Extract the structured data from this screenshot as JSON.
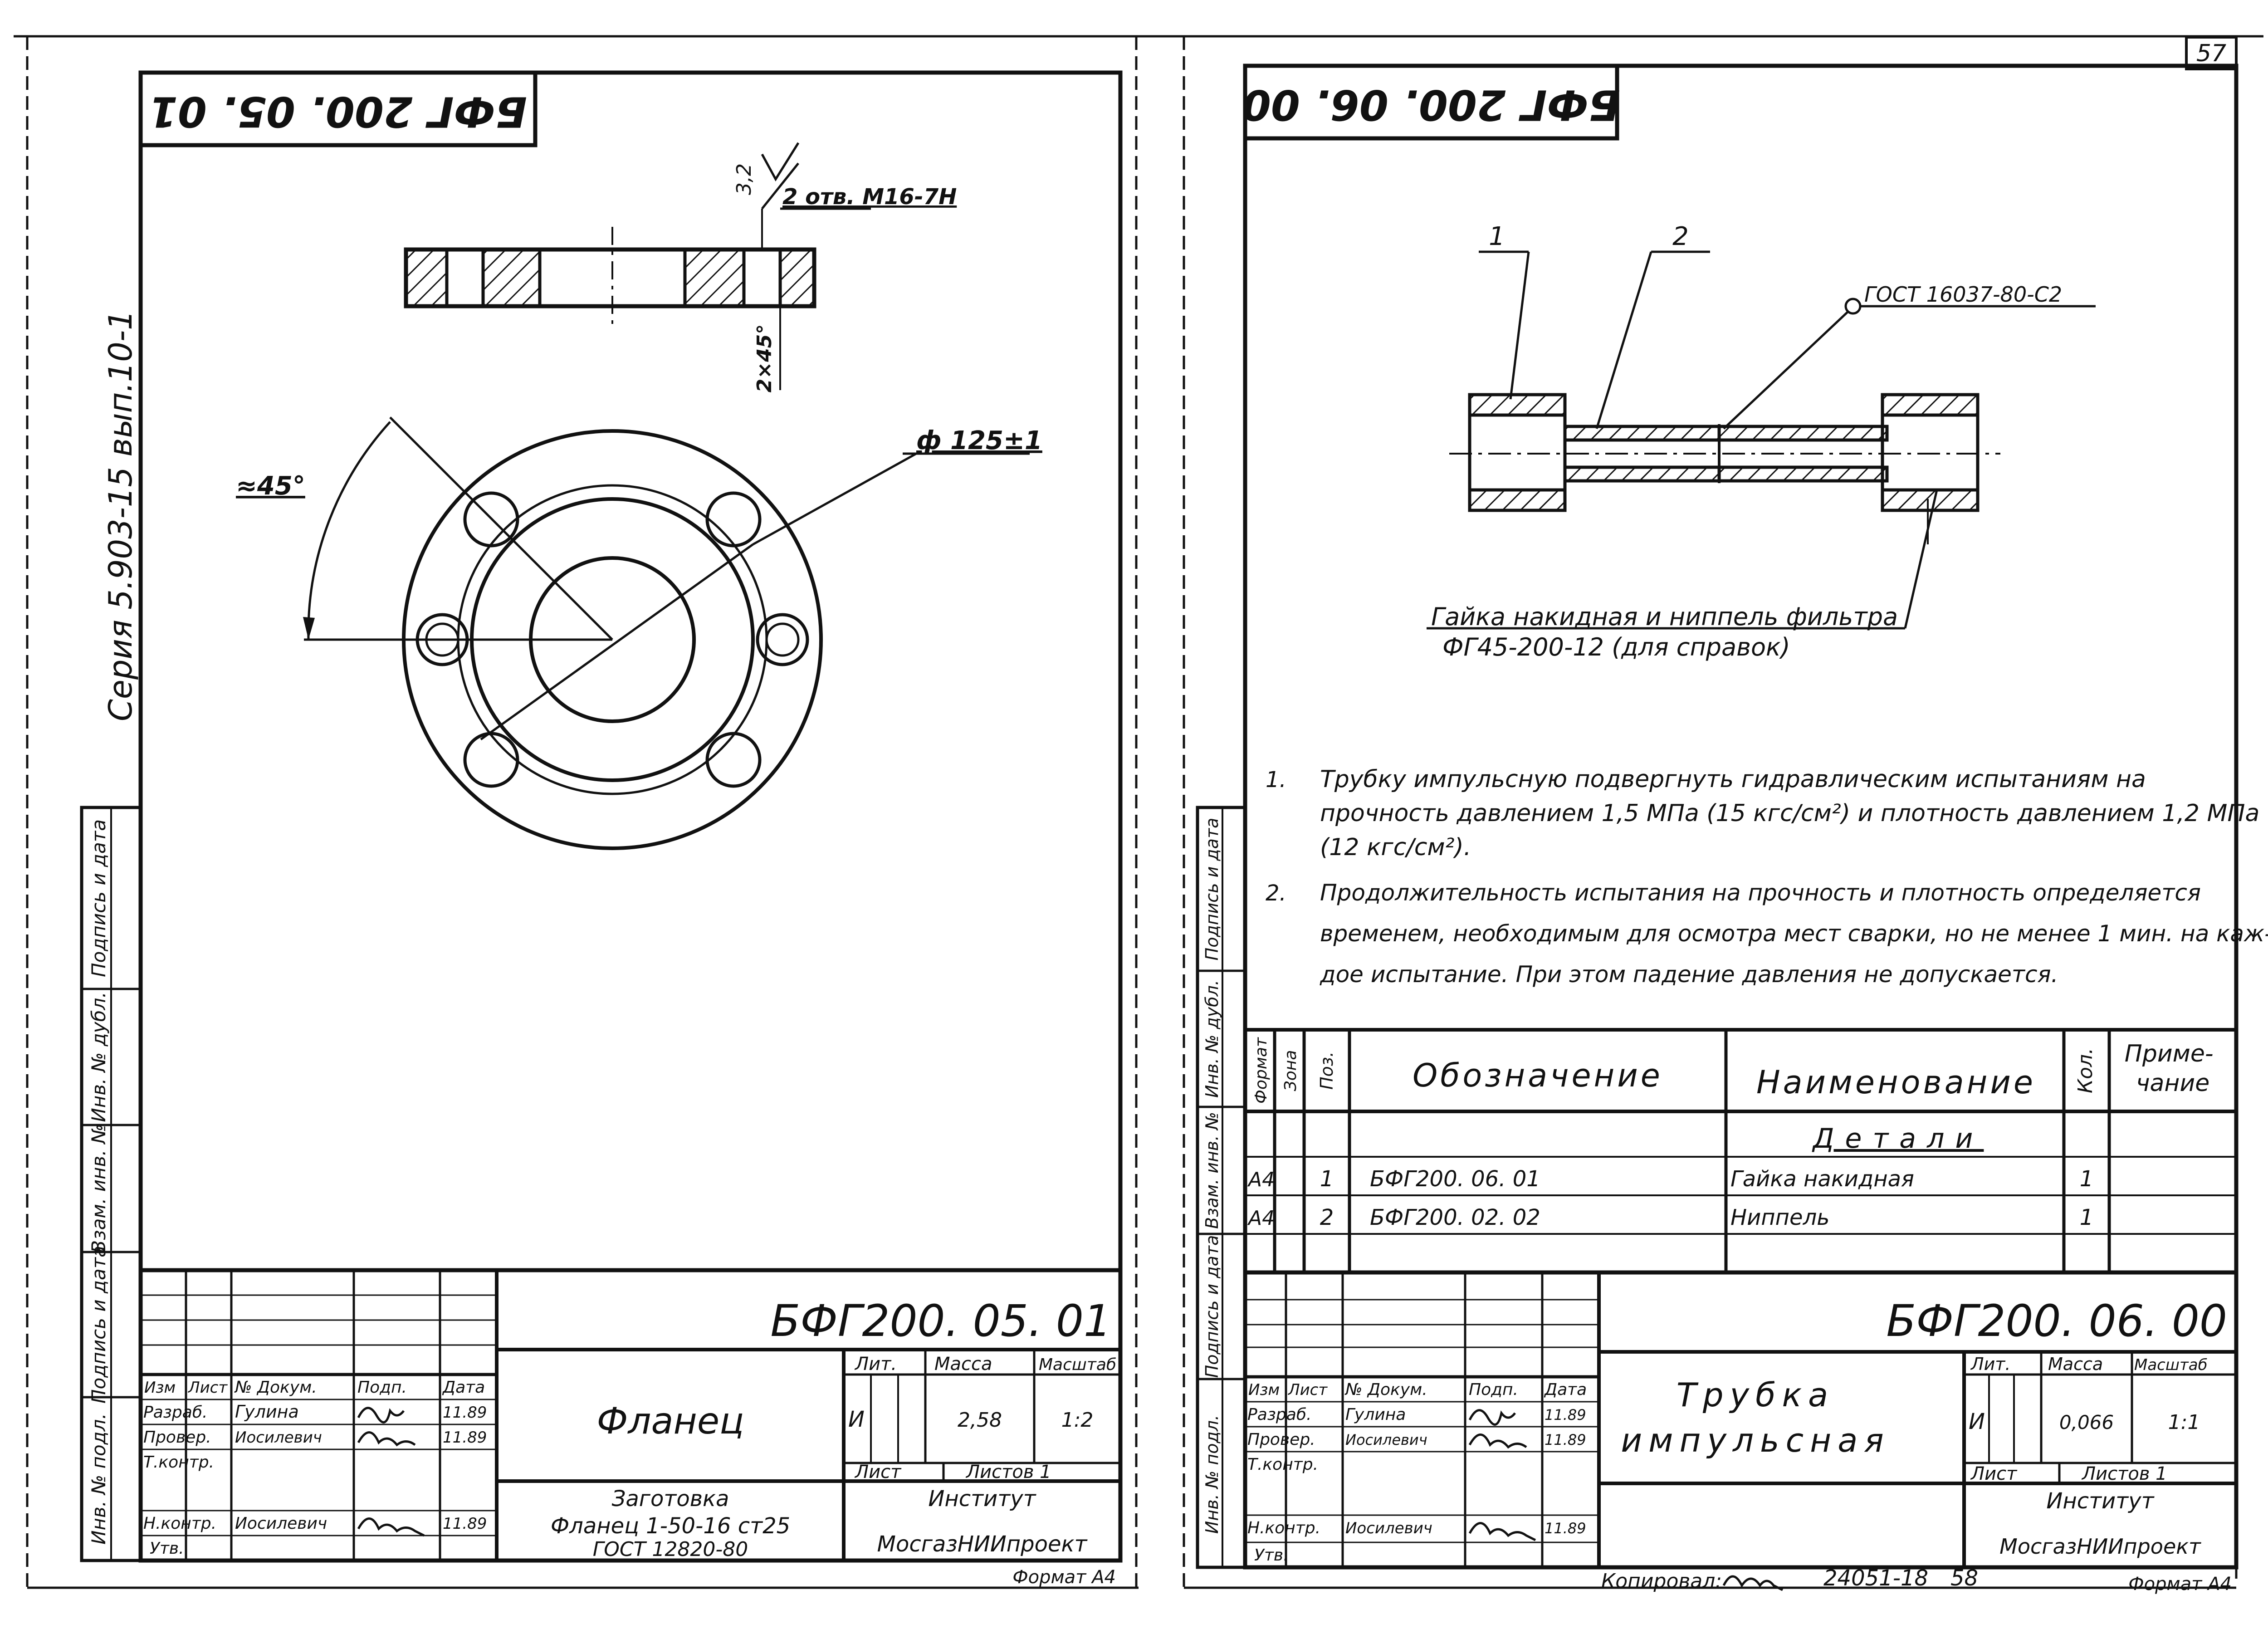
{
  "page_number": "57",
  "left_sheet": {
    "mirrored_code": "БФГ 200. 05. 01",
    "series_label": "Серия 5.903-15 вып.10-1",
    "annotations": {
      "threads": "2 отв. М16-7Н",
      "roughness": "3,2",
      "chamfer": "2×45°",
      "diameter": "ф 125±1",
      "angle": "≈45°"
    },
    "side_stamp": [
      "Инв. № подл.",
      "Подпись и дата",
      "Взам. инв. №",
      "Инв. № дубл.",
      "Подпись и дата"
    ],
    "title_block": {
      "designation": "БФГ200. 05. 01",
      "name": "Фланец",
      "blank_title": "Заготовка",
      "blank_line1": "Фланец 1-50-16 ст25",
      "blank_line2": "ГОСТ 12820-80",
      "col_headers": [
        "Изм",
        "Лист",
        "№ Докум.",
        "Подп.",
        "Дата"
      ],
      "rows": [
        {
          "role": "Разраб.",
          "name": "Гулина",
          "date": "11.89"
        },
        {
          "role": "Провер.",
          "name": "Иосилевич",
          "date": "11.89"
        },
        {
          "role": "Т.контр.",
          "name": "",
          "date": ""
        },
        {
          "role": "Н.контр.",
          "name": "Иосилевич",
          "date": "11.89"
        },
        {
          "role": "Утв.",
          "name": "",
          "date": ""
        }
      ],
      "lit_label": "Лит.",
      "mass_label": "Масса",
      "scale_label": "Масштаб",
      "lit_value": "И",
      "mass_value": "2,58",
      "scale_value": "1:2",
      "sheet_label": "Лист",
      "sheets_label": "Листов 1",
      "org_line1": "Институт",
      "org_line2": "МосгазНИИпроект",
      "format": "Формат А4"
    }
  },
  "right_sheet": {
    "mirrored_code": "БФГ 200. 06. 00",
    "callouts": [
      "1",
      "2"
    ],
    "weld_note": "ГОСТ 16037-80-С2",
    "caption_line1": "Гайка накидная и ниппель фильтра",
    "caption_line2": "ФГ45-200-12 (для справок)",
    "notes": [
      {
        "num": "1.",
        "text": "Трубку импульсную подвергнуть гидравлическим испытаниям на прочность давлением 1,5 МПа (15 кгс/см²) и плотность давлением 1,2 МПа (12 кгс/см²)."
      },
      {
        "num": "2.",
        "text": "Продолжительность испытания на прочность и плотность определяется временем, необходимым для осмотра мест сварки, но не менее 1 мин. на каждое испытание. При этом падение давления не допускается."
      }
    ],
    "spec": {
      "headers": {
        "format": "Формат",
        "zone": "Зона",
        "pos": "Поз.",
        "designation": "Обозначение",
        "name": "Наименование",
        "qty": "Кол.",
        "note": "Примечание"
      },
      "section": "Детали",
      "rows": [
        {
          "format": "А4",
          "pos": "1",
          "designation": "БФГ200. 06. 01",
          "name": "Гайка накидная",
          "qty": "1"
        },
        {
          "format": "А4",
          "pos": "2",
          "designation": "БФГ200. 02. 02",
          "name": "Ниппель",
          "qty": "1"
        }
      ]
    },
    "title_block": {
      "designation": "БФГ200. 06. 00",
      "name_line1": "Трубка",
      "name_line2": "импульсная",
      "col_headers": [
        "Изм",
        "Лист",
        "№ Докум.",
        "Подп.",
        "Дата"
      ],
      "rows": [
        {
          "role": "Разраб.",
          "name": "Гулина",
          "date": "11.89"
        },
        {
          "role": "Провер.",
          "name": "Иосилевич",
          "date": "11.89"
        },
        {
          "role": "Т.контр.",
          "name": "",
          "date": ""
        },
        {
          "role": "Н.контр.",
          "name": "Иосилевич",
          "date": "11.89"
        },
        {
          "role": "Утв.",
          "name": "",
          "date": ""
        }
      ],
      "lit_label": "Лит.",
      "mass_label": "Масса",
      "scale_label": "Масштаб",
      "lit_value": "И",
      "mass_value": "0,066",
      "scale_value": "1:1",
      "sheet_label": "Лист",
      "sheets_label": "Листов 1",
      "org_line1": "Институт",
      "org_line2": "МосгазНИИпроект",
      "format": "Формат А4"
    },
    "copied_label": "Копировал:",
    "doc_number": "24051-18",
    "page_ref": "58"
  }
}
